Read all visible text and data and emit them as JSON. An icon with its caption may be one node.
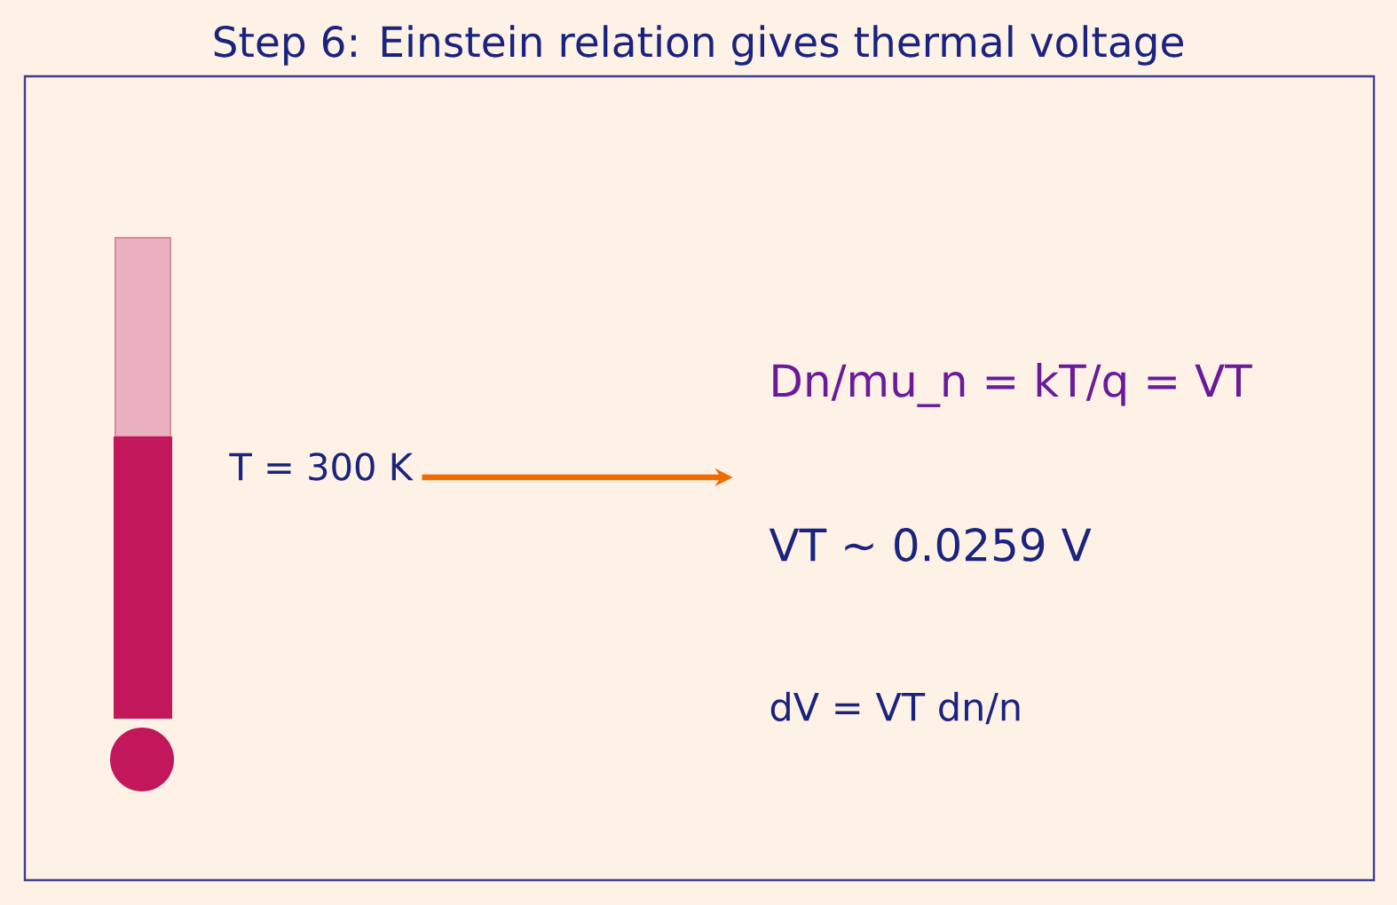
{
  "diagram": {
    "title": "Step 6: Einstein relation gives thermal voltage",
    "nodes": [
      {
        "text": [
          "T = 300 K"
        ]
      },
      {
        "text": [
          "Dn/mu_n = kT/q = VT",
          "VT ~ 0.0259 V",
          "dV = VT dn/n"
        ]
      }
    ],
    "edges": [
      {
        "from": 0,
        "to": 1,
        "arrow": "to"
      }
    ]
  }
}
